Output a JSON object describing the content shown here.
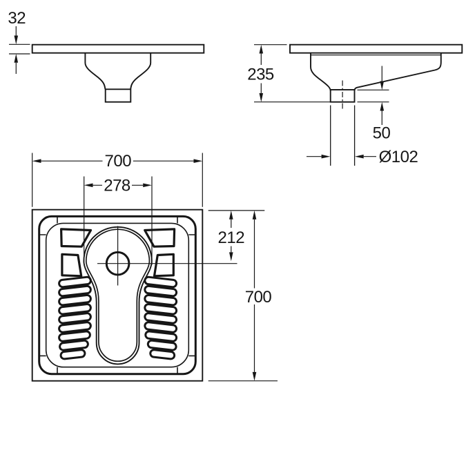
{
  "colors": {
    "ink": "#161616",
    "paper": "#ffffff"
  },
  "drawing": {
    "front_view": {
      "rim_thickness": "32"
    },
    "side_view": {
      "overall_depth": "235",
      "spigot_length": "50",
      "outlet_diameter": "Ø102"
    },
    "plan_view": {
      "overall_width": "700",
      "bowl_cutout_width": "278",
      "outlet_center_offset": "212",
      "overall_length": "700"
    }
  }
}
